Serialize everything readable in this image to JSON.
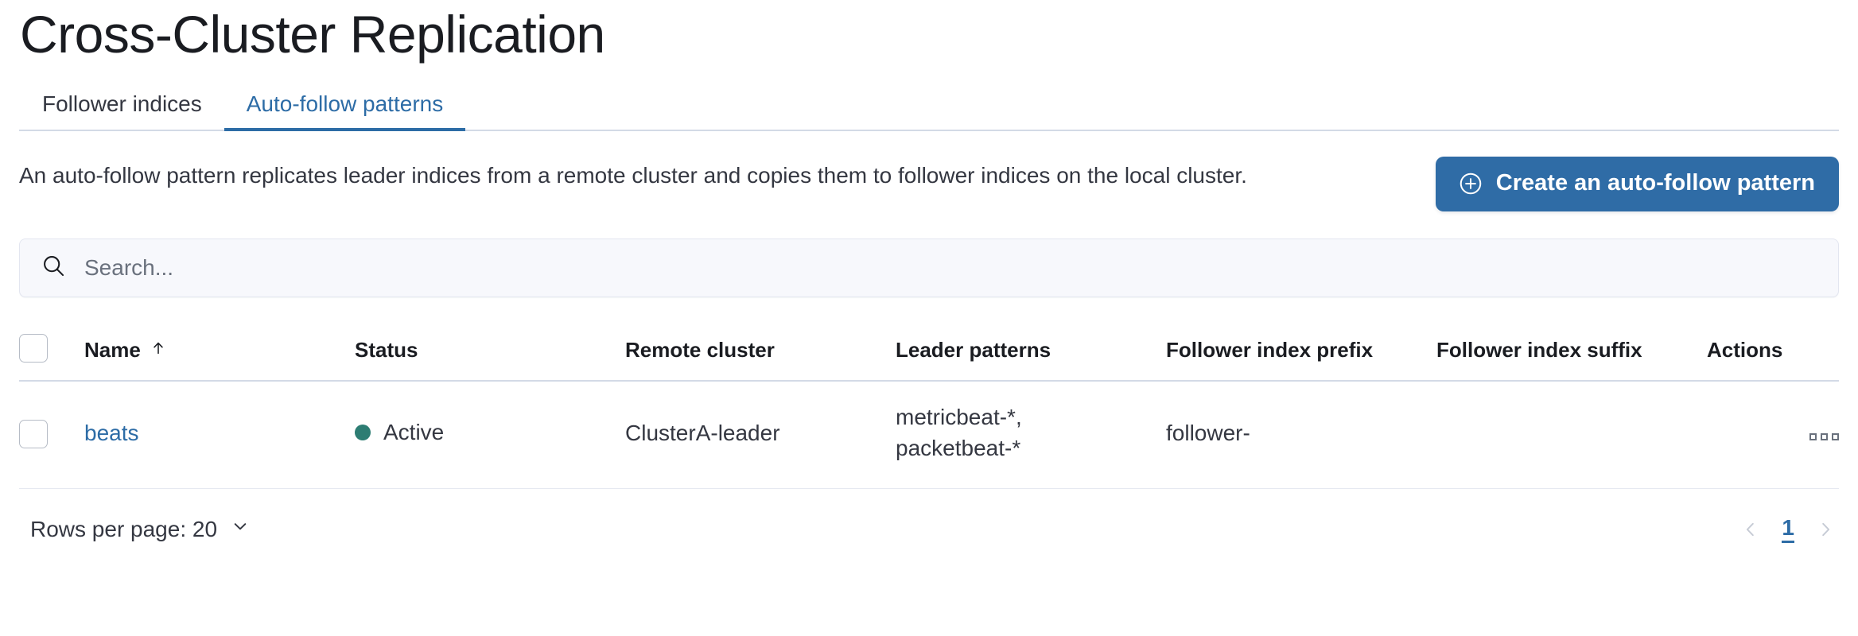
{
  "header": {
    "title": "Cross-Cluster Replication"
  },
  "tabs": [
    {
      "label": "Follower indices",
      "active": false
    },
    {
      "label": "Auto-follow patterns",
      "active": true
    }
  ],
  "intro": {
    "description": "An auto-follow pattern replicates leader indices from a remote cluster and copies them to follower indices on the local cluster.",
    "create_button": "Create an auto-follow pattern",
    "create_button_icon": "plus-in-circle-icon"
  },
  "search": {
    "value": "",
    "placeholder": "Search...",
    "icon": "search-icon"
  },
  "table": {
    "select_all_icon": "checkbox-unchecked-icon",
    "sort": {
      "column": "Name",
      "direction": "asc",
      "icon": "sort-ascending-arrow-icon"
    },
    "columns": [
      "Name",
      "Status",
      "Remote cluster",
      "Leader patterns",
      "Follower index prefix",
      "Follower index suffix",
      "Actions"
    ],
    "rows": [
      {
        "checkbox_icon": "checkbox-unchecked-icon",
        "name": "beats",
        "status": "Active",
        "status_color": "#2d7d73",
        "remote_cluster": "ClusterA-leader",
        "leader_patterns": "metricbeat-*, packetbeat-*",
        "leader_patterns_lines": [
          "metricbeat-*,",
          "packetbeat-*"
        ],
        "follower_index_prefix": "follower-",
        "follower_index_suffix": "",
        "actions_icon": "context-menu-icon"
      }
    ]
  },
  "footer": {
    "rows_per_page_label": "Rows per page: 20",
    "rows_per_page_icon": "chevron-down-icon",
    "prev_icon": "chevron-left-icon",
    "next_icon": "chevron-right-icon",
    "current_page": "1"
  },
  "colors": {
    "accent": "#2d6ca6",
    "primary_button": "#2f6ca6",
    "status_active": "#2d7d73",
    "text": "#343741",
    "border": "#d3dae6"
  }
}
